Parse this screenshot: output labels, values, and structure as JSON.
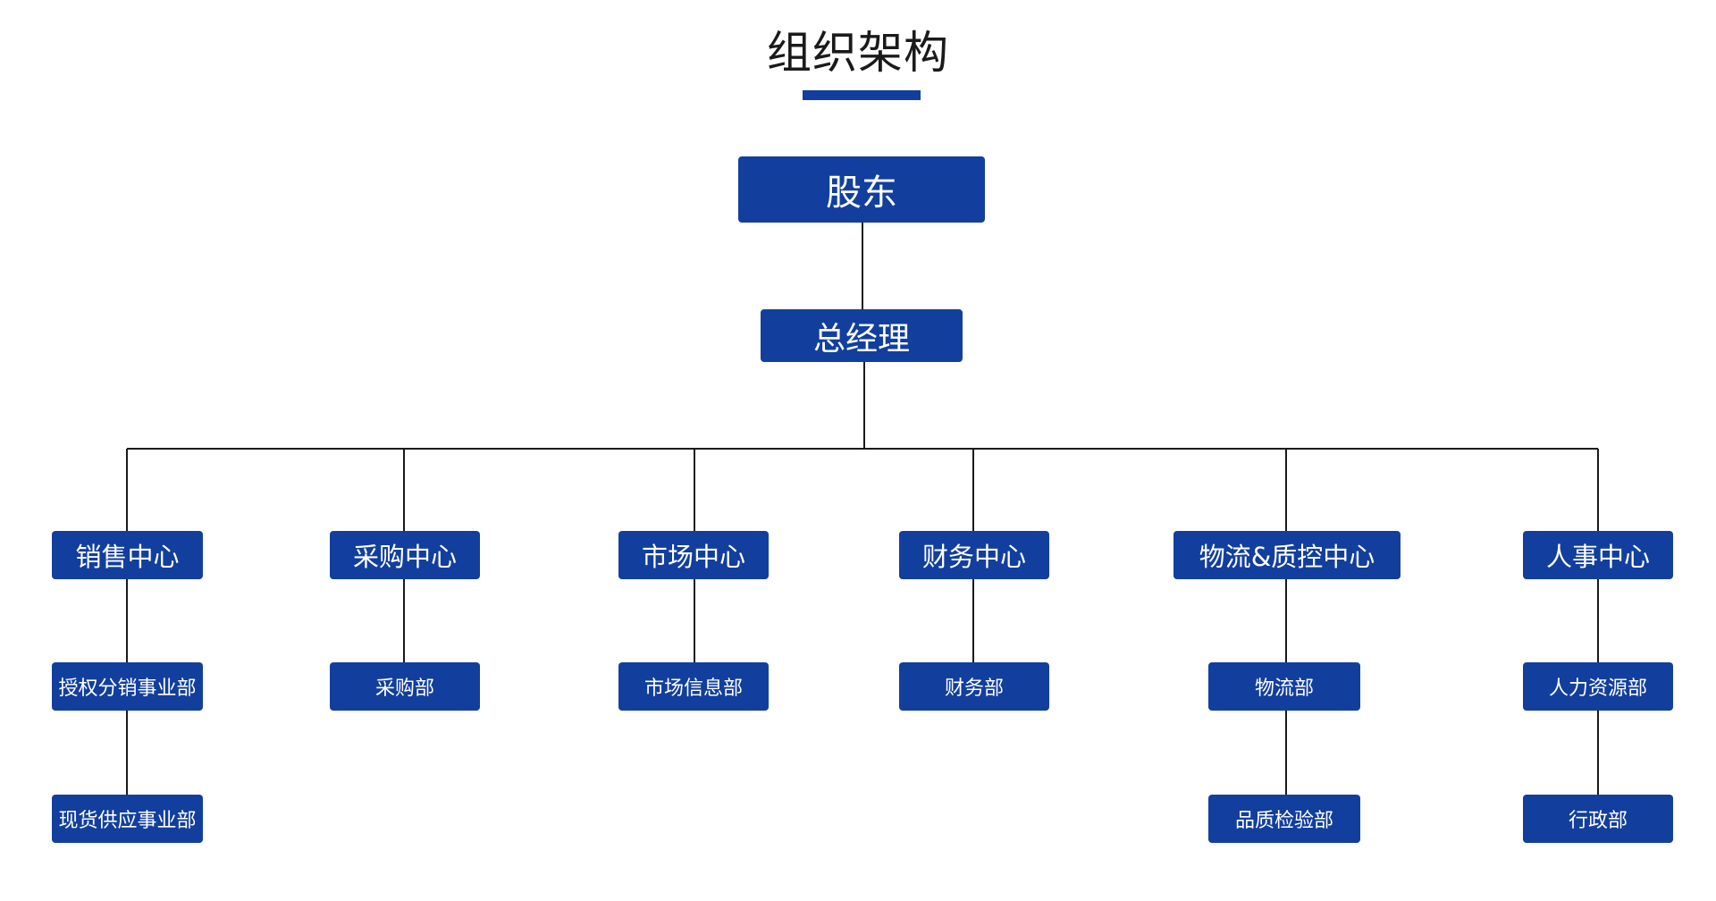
{
  "title": "组织架构",
  "colors": {
    "box": "#123f9d",
    "accent": "#123f9d",
    "line": "#1a1a1a",
    "text": "#ffffff"
  },
  "root": {
    "label": "股东"
  },
  "general_manager": {
    "label": "总经理"
  },
  "centers": [
    {
      "label": "销售中心",
      "departments": [
        "授权分销事业部",
        "现货供应事业部"
      ]
    },
    {
      "label": "采购中心",
      "departments": [
        "采购部"
      ]
    },
    {
      "label": "市场中心",
      "departments": [
        "市场信息部"
      ]
    },
    {
      "label": "财务中心",
      "departments": [
        "财务部"
      ]
    },
    {
      "label": "物流&质控中心",
      "departments": [
        "物流部",
        "品质检验部"
      ]
    },
    {
      "label": "人事中心",
      "departments": [
        "人力资源部",
        "行政部"
      ]
    }
  ]
}
